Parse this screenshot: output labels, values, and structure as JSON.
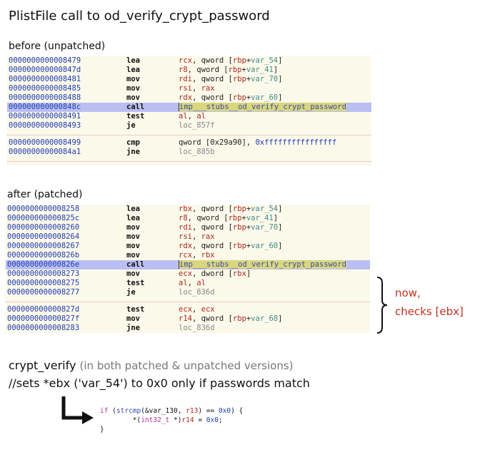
{
  "title": "PlistFile call to od_verify_crypt_password",
  "before": {
    "label": "before (unpatched)",
    "rows": [
      {
        "addr": "0000000000008479",
        "mn": "lea",
        "ops": [
          {
            "t": "rcx",
            "c": "reg"
          },
          {
            "t": ", qword [",
            "c": "txt"
          },
          {
            "t": "rbp",
            "c": "reg"
          },
          {
            "t": "+",
            "c": "txt"
          },
          {
            "t": "var_54",
            "c": "var"
          },
          {
            "t": "]",
            "c": "txt"
          }
        ]
      },
      {
        "addr": "000000000000847d",
        "mn": "lea",
        "ops": [
          {
            "t": "r8",
            "c": "reg"
          },
          {
            "t": ", qword [",
            "c": "txt"
          },
          {
            "t": "rbp",
            "c": "reg"
          },
          {
            "t": "+",
            "c": "txt"
          },
          {
            "t": "var_41",
            "c": "var"
          },
          {
            "t": "]",
            "c": "txt"
          }
        ]
      },
      {
        "addr": "0000000000008481",
        "mn": "mov",
        "ops": [
          {
            "t": "rdi",
            "c": "reg"
          },
          {
            "t": ", qword [",
            "c": "txt"
          },
          {
            "t": "rbp",
            "c": "reg"
          },
          {
            "t": "+",
            "c": "txt"
          },
          {
            "t": "var_70",
            "c": "var"
          },
          {
            "t": "]",
            "c": "txt"
          }
        ]
      },
      {
        "addr": "0000000000008485",
        "mn": "mov",
        "ops": [
          {
            "t": "rsi",
            "c": "reg"
          },
          {
            "t": ", ",
            "c": "txt"
          },
          {
            "t": "rax",
            "c": "reg"
          }
        ]
      },
      {
        "addr": "0000000000008488",
        "mn": "mov",
        "ops": [
          {
            "t": "rdx",
            "c": "reg"
          },
          {
            "t": ", qword [",
            "c": "txt"
          },
          {
            "t": "rbp",
            "c": "reg"
          },
          {
            "t": "+",
            "c": "txt"
          },
          {
            "t": "var_60",
            "c": "var"
          },
          {
            "t": "]",
            "c": "txt"
          }
        ]
      },
      {
        "addr": "000000000000848c",
        "mn": "call",
        "hl": true,
        "ops": [
          {
            "t": "imp___stubs__od_verify_crypt_password",
            "c": "sym"
          }
        ]
      },
      {
        "addr": "0000000000008491",
        "mn": "test",
        "ops": [
          {
            "t": "al",
            "c": "reg"
          },
          {
            "t": ", ",
            "c": "txt"
          },
          {
            "t": "al",
            "c": "reg"
          }
        ]
      },
      {
        "addr": "0000000000008493",
        "mn": "je",
        "ops": [
          {
            "t": "loc_857f",
            "c": "loc"
          }
        ]
      },
      {
        "sep": true
      },
      {
        "addr": "0000000000008499",
        "mn": "cmp",
        "ops": [
          {
            "t": "qword [0x29a90], ",
            "c": "txt"
          },
          {
            "t": "0xffffffffffffffff",
            "c": "num"
          }
        ]
      },
      {
        "addr": "00000000000084a1",
        "mn": "jne",
        "ops": [
          {
            "t": "loc_885b",
            "c": "loc"
          }
        ]
      },
      {
        "sep": true
      }
    ]
  },
  "after": {
    "label": "after (patched)",
    "rows": [
      {
        "addr": "0000000000008258",
        "mn": "lea",
        "ops": [
          {
            "t": "rbx",
            "c": "reg"
          },
          {
            "t": ", qword [",
            "c": "txt"
          },
          {
            "t": "rbp",
            "c": "reg"
          },
          {
            "t": "+",
            "c": "txt"
          },
          {
            "t": "var_54",
            "c": "var"
          },
          {
            "t": "]",
            "c": "txt"
          }
        ]
      },
      {
        "addr": "000000000000825c",
        "mn": "lea",
        "ops": [
          {
            "t": "r8",
            "c": "reg"
          },
          {
            "t": ", qword [",
            "c": "txt"
          },
          {
            "t": "rbp",
            "c": "reg"
          },
          {
            "t": "+",
            "c": "txt"
          },
          {
            "t": "var_41",
            "c": "var"
          },
          {
            "t": "]",
            "c": "txt"
          }
        ]
      },
      {
        "addr": "0000000000008260",
        "mn": "mov",
        "ops": [
          {
            "t": "rdi",
            "c": "reg"
          },
          {
            "t": ", qword [",
            "c": "txt"
          },
          {
            "t": "rbp",
            "c": "reg"
          },
          {
            "t": "+",
            "c": "txt"
          },
          {
            "t": "var_70",
            "c": "var"
          },
          {
            "t": "]",
            "c": "txt"
          }
        ]
      },
      {
        "addr": "0000000000008264",
        "mn": "mov",
        "ops": [
          {
            "t": "rsi",
            "c": "reg"
          },
          {
            "t": ", ",
            "c": "txt"
          },
          {
            "t": "rax",
            "c": "reg"
          }
        ]
      },
      {
        "addr": "0000000000008267",
        "mn": "mov",
        "ops": [
          {
            "t": "rdx",
            "c": "reg"
          },
          {
            "t": ", qword [",
            "c": "txt"
          },
          {
            "t": "rbp",
            "c": "reg"
          },
          {
            "t": "+",
            "c": "txt"
          },
          {
            "t": "var_60",
            "c": "var"
          },
          {
            "t": "]",
            "c": "txt"
          }
        ]
      },
      {
        "addr": "000000000000826b",
        "mn": "mov",
        "ops": [
          {
            "t": "rcx",
            "c": "reg"
          },
          {
            "t": ", ",
            "c": "txt"
          },
          {
            "t": "rbx",
            "c": "reg"
          }
        ]
      },
      {
        "addr": "000000000000826e",
        "mn": "call",
        "hl": true,
        "ops": [
          {
            "t": "imp___stubs__od_verify_crypt_password",
            "c": "sym"
          }
        ]
      },
      {
        "addr": "0000000000008273",
        "mn": "mov",
        "ops": [
          {
            "t": "ecx",
            "c": "reg"
          },
          {
            "t": ", dword [",
            "c": "txt"
          },
          {
            "t": "rbx",
            "c": "reg"
          },
          {
            "t": "]",
            "c": "txt"
          }
        ]
      },
      {
        "addr": "0000000000008275",
        "mn": "test",
        "ops": [
          {
            "t": "al",
            "c": "reg"
          },
          {
            "t": ", ",
            "c": "txt"
          },
          {
            "t": "al",
            "c": "reg"
          }
        ]
      },
      {
        "addr": "0000000000008277",
        "mn": "je",
        "ops": [
          {
            "t": "loc_836d",
            "c": "loc"
          }
        ]
      },
      {
        "sep": true
      },
      {
        "addr": "000000000000827d",
        "mn": "test",
        "ops": [
          {
            "t": "ecx",
            "c": "reg"
          },
          {
            "t": ", ",
            "c": "txt"
          },
          {
            "t": "ecx",
            "c": "reg"
          }
        ]
      },
      {
        "addr": "000000000000827f",
        "mn": "mov",
        "ops": [
          {
            "t": "r14",
            "c": "reg"
          },
          {
            "t": ", qword [",
            "c": "txt"
          },
          {
            "t": "rbp",
            "c": "reg"
          },
          {
            "t": "+",
            "c": "txt"
          },
          {
            "t": "var_68",
            "c": "var"
          },
          {
            "t": "]",
            "c": "txt"
          }
        ]
      },
      {
        "addr": "0000000000008283",
        "mn": "jne",
        "ops": [
          {
            "t": "loc_836d",
            "c": "loc"
          }
        ]
      }
    ]
  },
  "note": {
    "line1": "now,",
    "line2": "checks [ebx]"
  },
  "crypt_verify": {
    "name": "crypt_verify",
    "sub": "(in both patched & unpatched versions)",
    "comment": "//sets *ebx ('var_54') to 0x0 only if passwords match"
  },
  "code": {
    "l1_kw": "if",
    "l1_a": " (",
    "l1_fn": "strcmp",
    "l1_b": "(&var_130, ",
    "l1_reg": "r13",
    "l1_c": ") == ",
    "l1_num": "0x0",
    "l1_d": ") {",
    "l2_a": "        *(",
    "l2_type": "int32_t",
    "l2_b": " *)",
    "l2_reg": "r14",
    "l2_c": " = ",
    "l2_num": "0x0",
    "l2_d": ";",
    "l3": "}"
  }
}
